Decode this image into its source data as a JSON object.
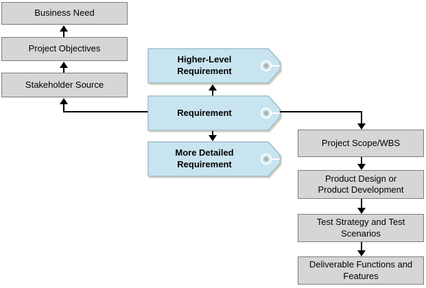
{
  "diagram_type": "flow-diagram",
  "left_flow": [
    {
      "label": "Business Need"
    },
    {
      "label": "Project Objectives"
    },
    {
      "label": "Stakeholder Source"
    }
  ],
  "tags": [
    {
      "label": "Higher-Level Requirement"
    },
    {
      "label": "Requirement"
    },
    {
      "label": "More Detailed Requirement"
    }
  ],
  "right_flow": [
    {
      "label": "Project Scope/WBS"
    },
    {
      "label": "Product Design or Product Development"
    },
    {
      "label": "Test Strategy and Test Scenarios"
    },
    {
      "label": "Deliverable Functions and Features"
    }
  ],
  "icons": {
    "grommet": "tag-grommet-icon"
  },
  "colors": {
    "background": "#ffffff",
    "box_fill": "#d6d6d6",
    "box_border": "#7a7a7a",
    "tag_fill": "#c8e4f0",
    "tag_border": "#9fbecb",
    "tag_shadow": "#b0a684",
    "grommet_ring": "#ffffff",
    "grommet_dot": "#b3b0a9",
    "arrow": "#000000",
    "text": "#000000"
  }
}
